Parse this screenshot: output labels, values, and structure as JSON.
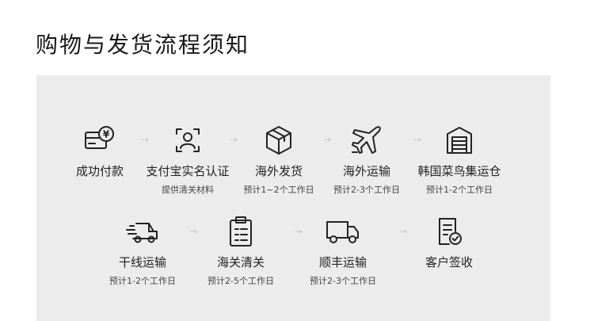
{
  "page_title": "购物与发货流程须知",
  "arrow_glyph": "→",
  "row1": [
    {
      "icon": "credit-card-yen-icon",
      "label": "成功付款",
      "sub": ""
    },
    {
      "icon": "face-scan-icon",
      "label": "支付宝实名认证",
      "sub": "提供清关材料"
    },
    {
      "icon": "package-icon",
      "label": "海外发货",
      "sub": "预计1~2个工作日"
    },
    {
      "icon": "airplane-icon",
      "label": "海外运输",
      "sub": "预计2-3个工作日"
    },
    {
      "icon": "warehouse-icon",
      "label": "韩国菜鸟集运仓",
      "sub": "预计1-2个工作日"
    }
  ],
  "row2": [
    {
      "icon": "fast-delivery-truck-icon",
      "label": "干线运输",
      "sub": "预计1-2个工作日"
    },
    {
      "icon": "customs-clipboard-icon",
      "label": "海关清关",
      "sub": "预计2-5个工作日"
    },
    {
      "icon": "box-truck-icon",
      "label": "顺丰运输",
      "sub": "预计2-3个工作日"
    },
    {
      "icon": "signed-document-icon",
      "label": "客户签收",
      "sub": ""
    }
  ]
}
